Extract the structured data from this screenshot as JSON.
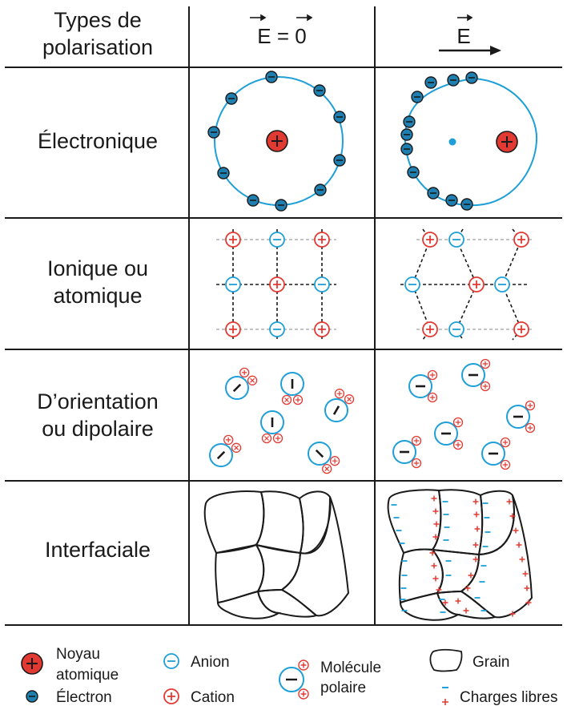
{
  "colors": {
    "line": "#1a1a1a",
    "blue": "#1e9fd7",
    "red": "#e23a32",
    "electron_fill": "#1e7fb0",
    "nucleus_fill": "#e23a32"
  },
  "header": {
    "type_line1": "Types de",
    "type_line2": "polarisation",
    "col1": "E = 0",
    "col2": "E"
  },
  "rows": [
    {
      "label_lines": [
        "Électronique"
      ]
    },
    {
      "label_lines": [
        "Ionique ou",
        "atomique"
      ]
    },
    {
      "label_lines": [
        "D’orientation",
        "ou dipolaire"
      ]
    },
    {
      "label_lines": [
        "Interfaciale"
      ]
    }
  ],
  "legend": {
    "noyau_line1": "Noyau",
    "noyau_line2": "atomique",
    "electron": "Électron",
    "anion": "Anion",
    "cation": "Cation",
    "molecule_line1": "Molécule",
    "molecule_line2": "polaire",
    "grain": "Grain",
    "charges": "Charges libres"
  },
  "icons": {
    "nucleus": "plus-circle-red",
    "electron": "minus-circle-dark-blue",
    "anion": "minus-circle-blue",
    "cation": "plus-circle-red",
    "molecule": "dipole-icon",
    "grain": "grain-outline"
  }
}
